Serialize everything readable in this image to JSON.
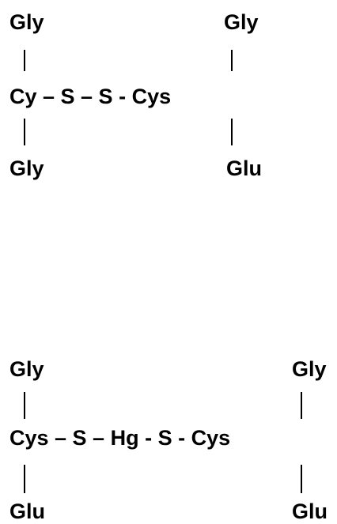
{
  "structure_1": {
    "top_left": "Gly",
    "top_right": "Gly",
    "chain": "Cy – S – S - Cys",
    "bottom_left": "Gly",
    "bottom_right": "Glu"
  },
  "structure_2": {
    "top_left": "Gly",
    "top_right": "Gly",
    "chain": "Cys – S – Hg - S - Cys",
    "bottom_left": "Glu",
    "bottom_right": "Glu"
  }
}
